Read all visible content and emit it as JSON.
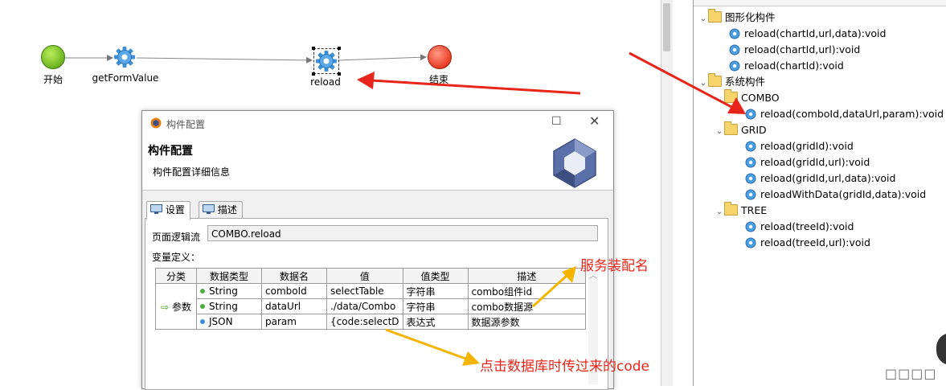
{
  "flow": {
    "start_label": "开始",
    "get_form_label": "getFormValue",
    "reload_label": "reload",
    "end_label": "结束"
  },
  "tree": {
    "rows": [
      {
        "label": "图形化构件"
      },
      {
        "label": "reload(chartId,url,data):void"
      },
      {
        "label": "reload(chartId,url):void"
      },
      {
        "label": "reload(chartId):void"
      },
      {
        "label": "系统构件"
      },
      {
        "label": "COMBO"
      },
      {
        "label": "reload(comboId,dataUrl,param):void"
      },
      {
        "label": "GRID"
      },
      {
        "label": "reload(gridId):void"
      },
      {
        "label": "reload(gridId,url):void"
      },
      {
        "label": "reload(gridId,url,data):void"
      },
      {
        "label": "reloadWithData(gridId,data):void"
      },
      {
        "label": "TREE"
      },
      {
        "label": "reload(treeId):void"
      },
      {
        "label": "reload(treeId,url):void"
      }
    ]
  },
  "dialog": {
    "window_title": "构件配置",
    "heading": "构件配置",
    "subheading": "构件配置详细信息",
    "tabs": [
      "设置",
      "描述"
    ],
    "page_flow_label": "页面逻辑流",
    "page_flow_value": "COMBO.reload",
    "variables_label": "变量定义：",
    "table": {
      "headers": [
        "分类",
        "数据类型",
        "数据名",
        "值",
        "值类型",
        "描述"
      ],
      "category": "参数",
      "rows": [
        {
          "type": "String",
          "name": "comboId",
          "value": "selectTable",
          "value_type": "字符串",
          "desc": "combo组件id"
        },
        {
          "type": "String",
          "name": "dataUrl",
          "value": "./data/Combo",
          "value_type": "字符串",
          "desc": "combo数据源"
        },
        {
          "type": "JSON",
          "name": "param",
          "value": "{code:selectD",
          "value_type": "表达式",
          "desc": "数据源参数"
        }
      ]
    }
  },
  "annotations": {
    "service_name": "服务装配名",
    "code_note": "点击数据库时传过来的code"
  },
  "colors": {
    "arrow_red": "#e8251a",
    "arrow_orange": "#f5b400",
    "annotation_red": "#e8251a"
  },
  "misc": {
    "corner_glyphs": "□□□□"
  }
}
